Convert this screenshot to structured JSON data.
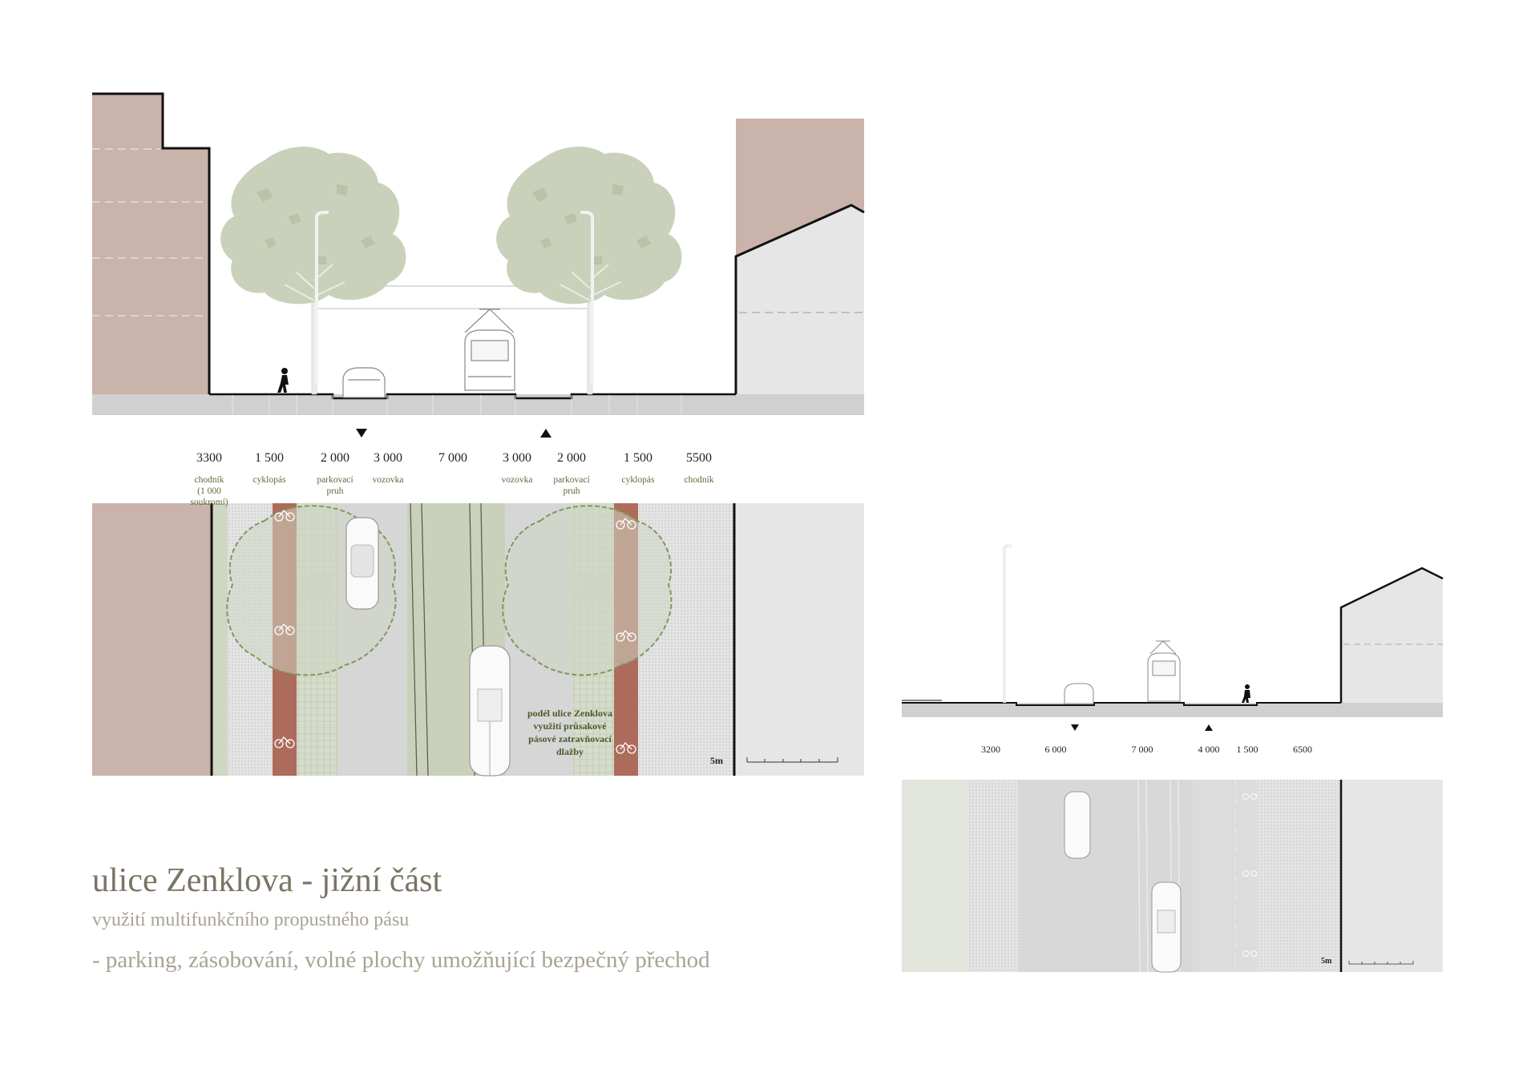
{
  "title": "ulice Zenklova - jižní část",
  "subtitle": "využití multifunkčního propustného pásu",
  "subtitle2": "- parking, zásobování, volné plochy umožňující bezpečný přechod",
  "section1": {
    "dimensions": [
      "3300",
      "1 500",
      "2 000",
      "3 000",
      "7 000",
      "3 000",
      "2 000",
      "1 500",
      "5500"
    ],
    "labels": {
      "sidewalk_left": "chodník",
      "sidewalk_left_note1": "(1 000",
      "sidewalk_left_note2": "soukromí)",
      "bike_left": "cyklopás",
      "parking_left1": "parkovací",
      "parking_left2": "pruh",
      "road_left": "vozovka",
      "road_right": "vozovka",
      "parking_right1": "parkovací",
      "parking_right2": "pruh",
      "bike_right": "cyklopás",
      "sidewalk_right": "chodník"
    },
    "plan_note": [
      "podél ulice Zenklova",
      "využití průsakové",
      "pásové zatravňovací",
      "dlažby"
    ],
    "scale": "5m"
  },
  "section2": {
    "dimensions": [
      "3200",
      "6 000",
      "7 000",
      "4 000",
      "1 500",
      "6500"
    ],
    "scale": "5m"
  },
  "colors": {
    "building": "#c9b3aa",
    "bike_lane": "#b06e5f",
    "green_strip": "#cfd6c2",
    "tree": "#c9d1bb",
    "tree_outline": "#7c9a5f",
    "ground": "#d0d0d0",
    "road": "#d8d8d8"
  }
}
